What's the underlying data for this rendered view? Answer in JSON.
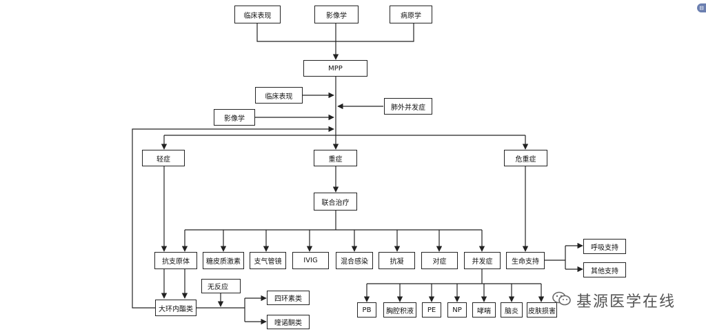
{
  "nodes": {
    "top_clinical": "临床表现",
    "top_imaging": "影像学",
    "top_etiology": "病原学",
    "mpp": "MPP",
    "mid_clinical": "临床表现",
    "mid_imaging": "影像学",
    "extrapulmonary": "肺外并发症",
    "mild": "轻症",
    "severe": "重症",
    "critical": "危重症",
    "combined": "联合治疗",
    "antimycoplasma": "抗支原体",
    "steroid": "糖皮质激素",
    "bronchoscopy": "支气管镜",
    "ivig": "IVIG",
    "coinfection": "混合感染",
    "anticoag": "抗凝",
    "symptomatic": "对症",
    "complication": "并发症",
    "life_support": "生命支持",
    "resp_support": "呼吸支持",
    "other_support": "其他支持",
    "no_response": "无反应",
    "macrolide": "大环内酯类",
    "tetracycline": "四环素类",
    "quinolone": "喹诺酮类",
    "pb": "PB",
    "effusion": "胸腔积液",
    "pe": "PE",
    "np": "NP",
    "asthma": "哮喘",
    "encephalitis": "脑炎",
    "skin": "皮肤损害"
  },
  "watermark": {
    "text": "基源医学在线",
    "icon": "wechat-icon"
  },
  "colors": {
    "line": "#222222",
    "box_border": "#222222",
    "watermark": "#555555"
  }
}
